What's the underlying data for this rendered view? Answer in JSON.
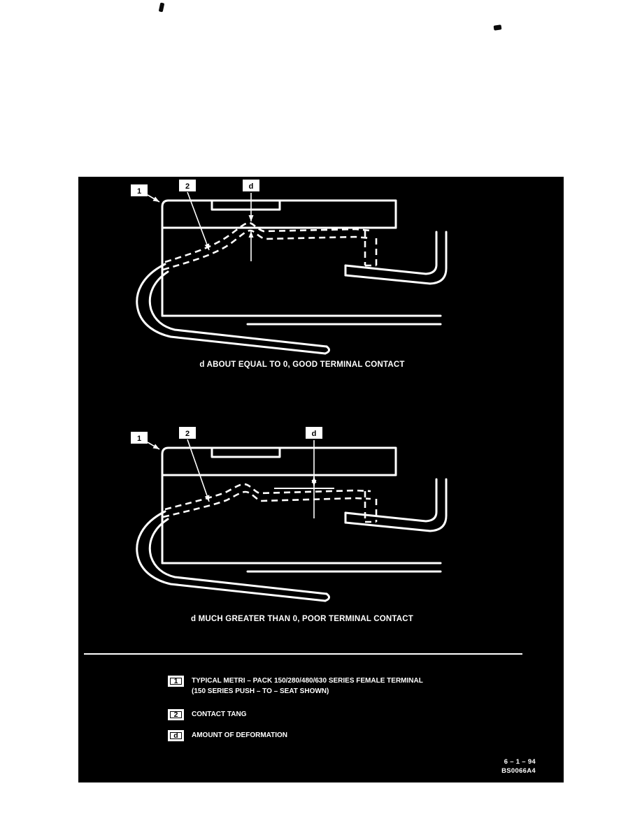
{
  "page": {
    "background_color": "#ffffff",
    "panel_color": "#000000",
    "line_color": "#ffffff",
    "text_color": "#ffffff"
  },
  "diagrams": {
    "top": {
      "callout_1": "1",
      "callout_2": "2",
      "callout_d": "d",
      "caption": "d ABOUT EQUAL TO 0, GOOD TERMINAL CONTACT"
    },
    "bottom": {
      "callout_1": "1",
      "callout_2": "2",
      "callout_d": "d",
      "caption": "d MUCH GREATER THAN 0, POOR TERMINAL CONTACT"
    }
  },
  "legend": {
    "items": [
      {
        "key": "1",
        "lines": [
          "TYPICAL METRI – PACK 150/280/480/630 SERIES FEMALE TERMINAL",
          "(150 SERIES PUSH – TO – SEAT SHOWN)"
        ]
      },
      {
        "key": "2",
        "lines": [
          "CONTACT TANG"
        ]
      },
      {
        "key": "d",
        "lines": [
          "AMOUNT OF DEFORMATION"
        ]
      }
    ]
  },
  "footer": {
    "date": "6 – 1 – 94",
    "code": "BS0066A4"
  }
}
